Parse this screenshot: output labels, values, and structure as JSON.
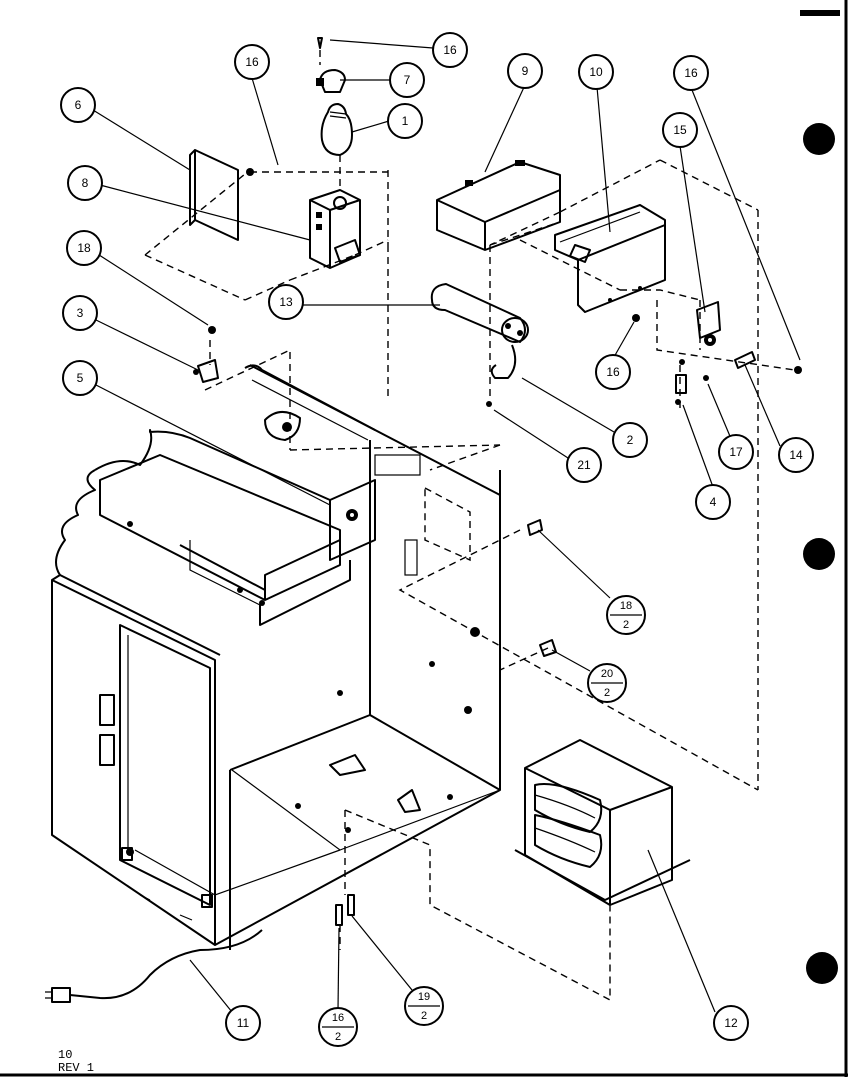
{
  "callouts": [
    {
      "id": "c1",
      "label": "1"
    },
    {
      "id": "c2",
      "label": "2"
    },
    {
      "id": "c3",
      "label": "3"
    },
    {
      "id": "c4",
      "label": "4"
    },
    {
      "id": "c5",
      "label": "5"
    },
    {
      "id": "c6",
      "label": "6"
    },
    {
      "id": "c7",
      "label": "7"
    },
    {
      "id": "c8",
      "label": "8"
    },
    {
      "id": "c9",
      "label": "9"
    },
    {
      "id": "c10",
      "label": "10"
    },
    {
      "id": "c11",
      "label": "11"
    },
    {
      "id": "c12",
      "label": "12"
    },
    {
      "id": "c13",
      "label": "13"
    },
    {
      "id": "c14",
      "label": "14"
    },
    {
      "id": "c15",
      "label": "15"
    },
    {
      "id": "c16a",
      "label": "16"
    },
    {
      "id": "c16b",
      "label": "16"
    },
    {
      "id": "c16c",
      "label": "16"
    },
    {
      "id": "c16d",
      "label": "16"
    },
    {
      "id": "c17",
      "label": "17"
    },
    {
      "id": "c18",
      "label": "18"
    },
    {
      "id": "c21",
      "label": "21"
    }
  ],
  "fraction_callouts": [
    {
      "id": "f18",
      "numerator": "18",
      "denominator": "2"
    },
    {
      "id": "f20",
      "numerator": "20",
      "denominator": "2"
    },
    {
      "id": "f16",
      "numerator": "16",
      "denominator": "2"
    },
    {
      "id": "f19",
      "numerator": "19",
      "denominator": "2"
    }
  ],
  "footer": {
    "page_number": "10",
    "revision": "REV 1"
  }
}
